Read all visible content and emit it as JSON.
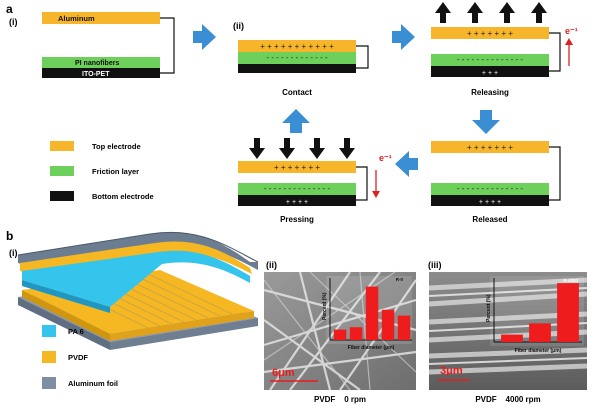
{
  "panel_a": {
    "letter": "a",
    "step1": {
      "index": "(i)",
      "top_layer": "Aluminum",
      "middle_layer": "PI nanofibers",
      "bottom_layer": "ITO-PET"
    },
    "step2": {
      "index": "(ii)",
      "caption": "Contact"
    },
    "step3": {
      "caption": "Releasing",
      "charge": "e⁻¹"
    },
    "step4": {
      "caption": "Released"
    },
    "step5": {
      "caption": "Pressing",
      "charge": "e⁻¹"
    },
    "legend": [
      {
        "label": "Top electrode",
        "color": "#f7b52c"
      },
      {
        "label": "Friction layer",
        "color": "#6dd05a"
      },
      {
        "label": "Bottom electrode",
        "color": "#111111"
      }
    ],
    "colors": {
      "arrow": "#3a8fd4",
      "electron": "#e02020"
    }
  },
  "panel_b": {
    "letter": "b",
    "device": {
      "index": "(i)",
      "legend": [
        {
          "label": "PA 6",
          "color": "#35c4ec"
        },
        {
          "label": "PVDF",
          "color": "#f5b823"
        },
        {
          "label": "Aluminum foil",
          "color": "#7e8fa3"
        }
      ]
    },
    "sem_0rpm": {
      "index": "(ii)",
      "scale": "6μm",
      "caption": "PVDF    0 rpm",
      "hist_ylabel": "Percent (%)",
      "hist_xlabel": "Fiber diameter (μm)",
      "hist_tag": "R-0",
      "hist_values": [
        0.18,
        0.22,
        0.92,
        0.52,
        0.42
      ]
    },
    "sem_4000rpm": {
      "index": "(iii)",
      "scale": "3μm",
      "caption": "PVDF    4000 rpm",
      "hist_ylabel": "Percent (%)",
      "hist_xlabel": "Fiber diameter (μm)",
      "hist_tag": "R-4000",
      "hist_values": [
        0.12,
        0.3,
        0.95
      ]
    }
  }
}
